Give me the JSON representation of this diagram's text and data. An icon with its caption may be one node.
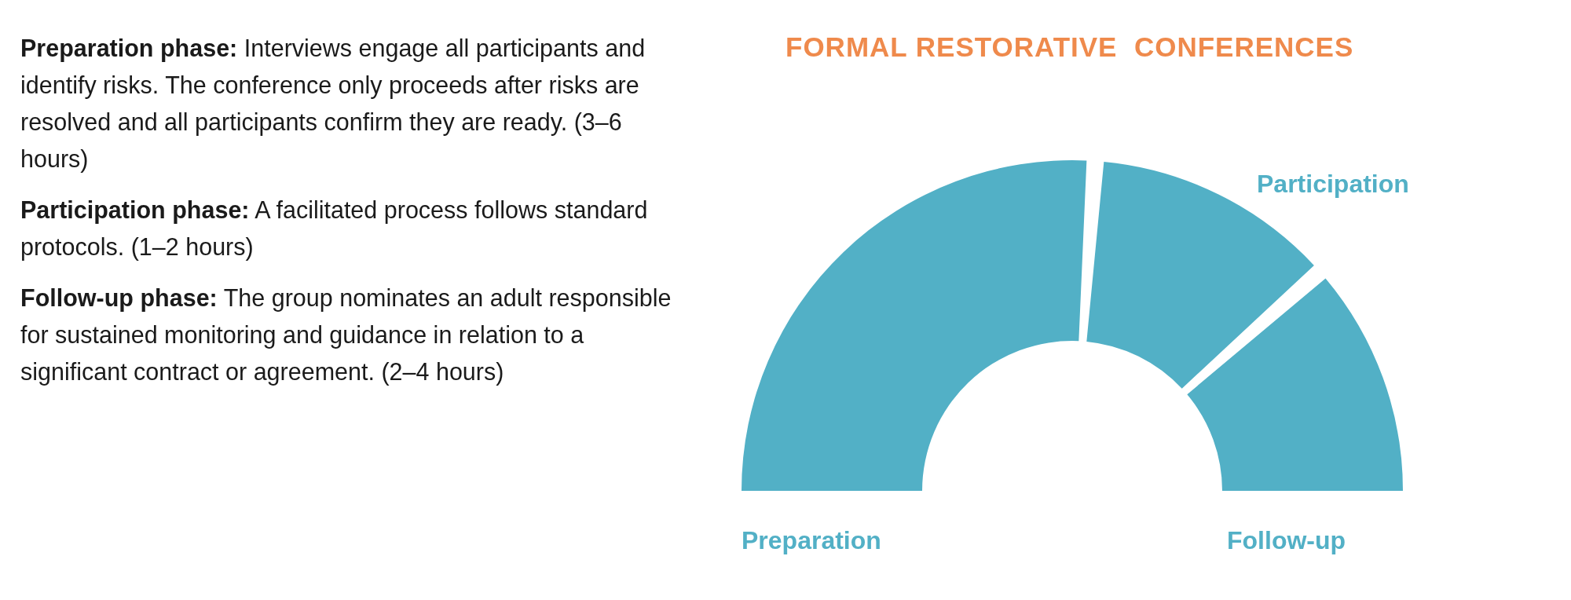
{
  "diagram": {
    "title": "FORMAL RESTORATIVE  CONFERENCES",
    "nodes": [
      {
        "text": [],
        "shape": "bar",
        "beside": [
          "Preparation"
        ]
      },
      {
        "text": [],
        "shape": "bar",
        "beside": [
          "Participation"
        ]
      },
      {
        "text": [],
        "shape": "bar",
        "beside": [
          "Follow-up"
        ]
      }
    ],
    "labels": [
      "**Preparation phase:** Interviews engage all participants and identify risks. The conference only proceeds after risks are resolved and all participants confirm they are ready. (3–6 hours)",
      "**Participation phase:** A facilitated process follows standard protocols. (1–2 hours)",
      "**Follow-up phase:** The group nominates an adult responsible for sustained monitoring and guidance in relation to a significant contract or agreement. (2–4 hours)"
    ]
  }
}
